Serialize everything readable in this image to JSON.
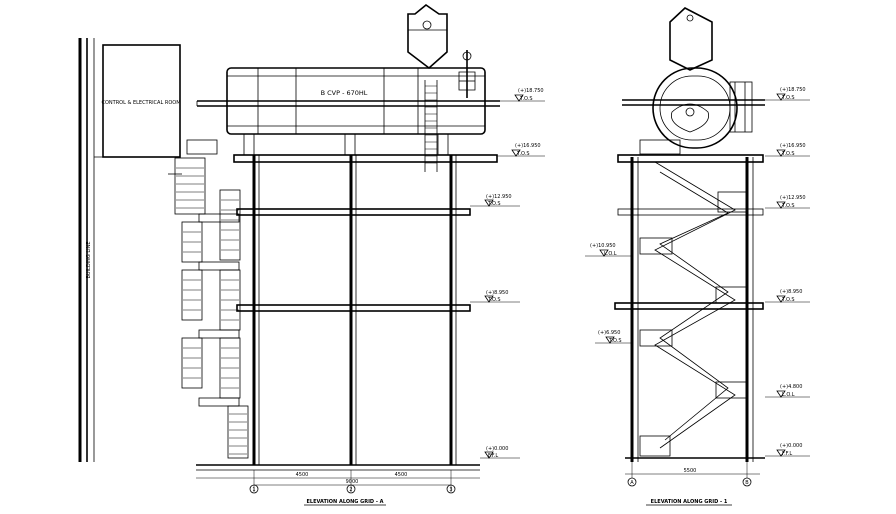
{
  "left_drawing": {
    "room_label": "CONTROL & ELECTRICAL ROOM",
    "equipment_label": "B  CVP - 670HL",
    "side_text": "BUILDING LINE",
    "title": "ELEVATION ALONG GRID - A",
    "levels": [
      {
        "value": "(+)18.750",
        "tag": "T.O.S"
      },
      {
        "value": "(+)16.950",
        "tag": "T.O.S"
      },
      {
        "value": "(+)12.950",
        "tag": "T.O.S"
      },
      {
        "value": "(+)8.950",
        "tag": "T.O.S"
      },
      {
        "value": "(+)0.000",
        "tag": "F.F.L"
      }
    ],
    "grid_bubbles": [
      "1",
      "2",
      "3"
    ],
    "dims": [
      "4500",
      "4500",
      "9000"
    ]
  },
  "right_drawing": {
    "title": "ELEVATION ALONG GRID - 1",
    "levels_right": [
      {
        "value": "(+)18.750",
        "tag": "T.O.S"
      },
      {
        "value": "(+)16.950",
        "tag": "T.O.S"
      },
      {
        "value": "(+)12.950",
        "tag": "T.O.S"
      },
      {
        "value": "(+)8.950",
        "tag": "T.O.S"
      },
      {
        "value": "(+)4.800",
        "tag": "L.O.L"
      },
      {
        "value": "(+)0.000",
        "tag": "F.F.L"
      }
    ],
    "levels_left": [
      {
        "value": "(+)10.950",
        "tag": "L.O.L"
      },
      {
        "value": "(+)6.950",
        "tag": "T.O.S"
      }
    ],
    "grid_bubbles": [
      "A",
      "B"
    ],
    "dims": [
      "5500"
    ]
  }
}
